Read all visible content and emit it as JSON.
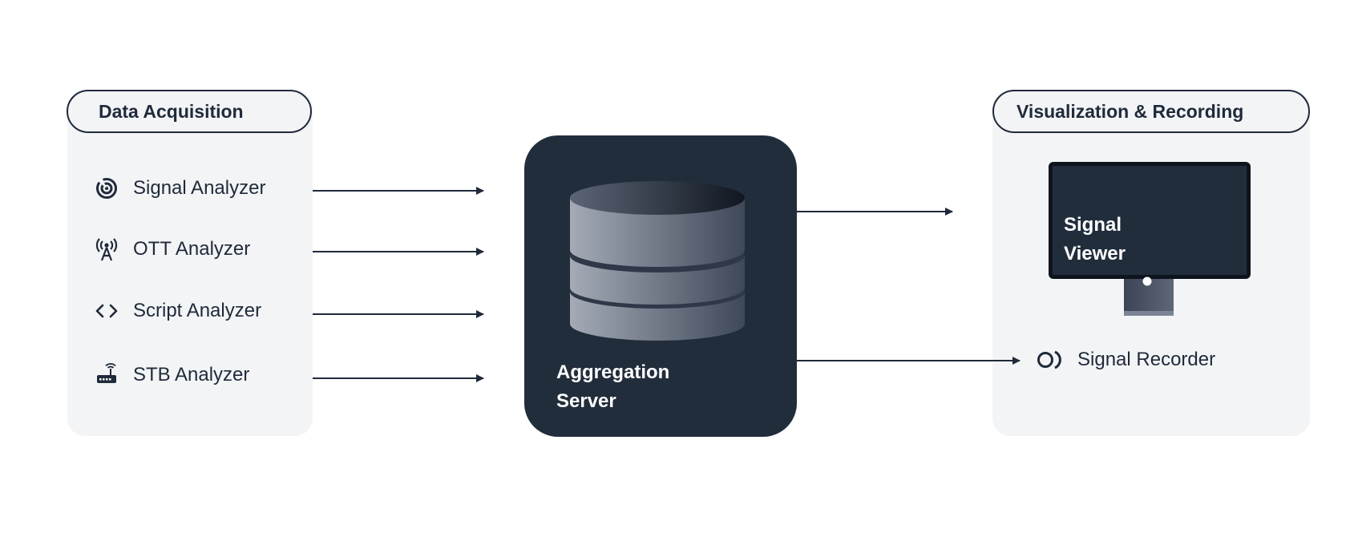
{
  "acquisition": {
    "title": "Data Acquisition",
    "items": [
      {
        "label": "Signal Analyzer",
        "icon": "signal-analyzer-icon"
      },
      {
        "label": "OTT Analyzer",
        "icon": "antenna-tower-icon"
      },
      {
        "label": "Script Analyzer",
        "icon": "code-brackets-icon"
      },
      {
        "label": "STB Analyzer",
        "icon": "router-icon"
      }
    ]
  },
  "server": {
    "label_line1": "Aggregation",
    "label_line2": "Server",
    "icon": "database-icon"
  },
  "output": {
    "title": "Visualization & Recording",
    "viewer_line1": "Signal",
    "viewer_line2": "Viewer",
    "recorder_label": "Signal Recorder",
    "recorder_icon": "record-icon"
  },
  "colors": {
    "dark": "#222d3c",
    "panel": "#f3f4f6",
    "text": "#1f2a3a"
  }
}
